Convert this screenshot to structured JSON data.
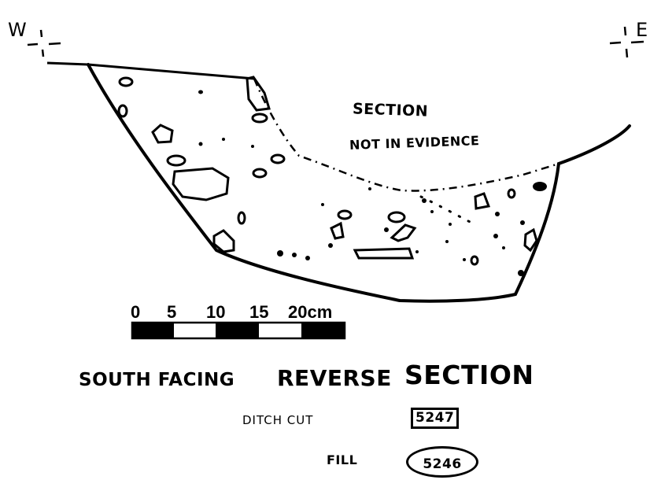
{
  "orientation": {
    "west": "W",
    "east": "E"
  },
  "notes": {
    "line1": "SECTION",
    "line2": "NOT IN EVIDENCE"
  },
  "scale_bar": {
    "labels": [
      "0",
      "5",
      "10",
      "15",
      "20cm"
    ]
  },
  "title": {
    "part1": "SOUTH FACING",
    "part2": "REVERSE",
    "part3": "SECTION"
  },
  "legend": {
    "cut_label": "DITCH CUT",
    "cut_number": "5247",
    "fill_label": "FILL",
    "fill_number": "5246"
  }
}
